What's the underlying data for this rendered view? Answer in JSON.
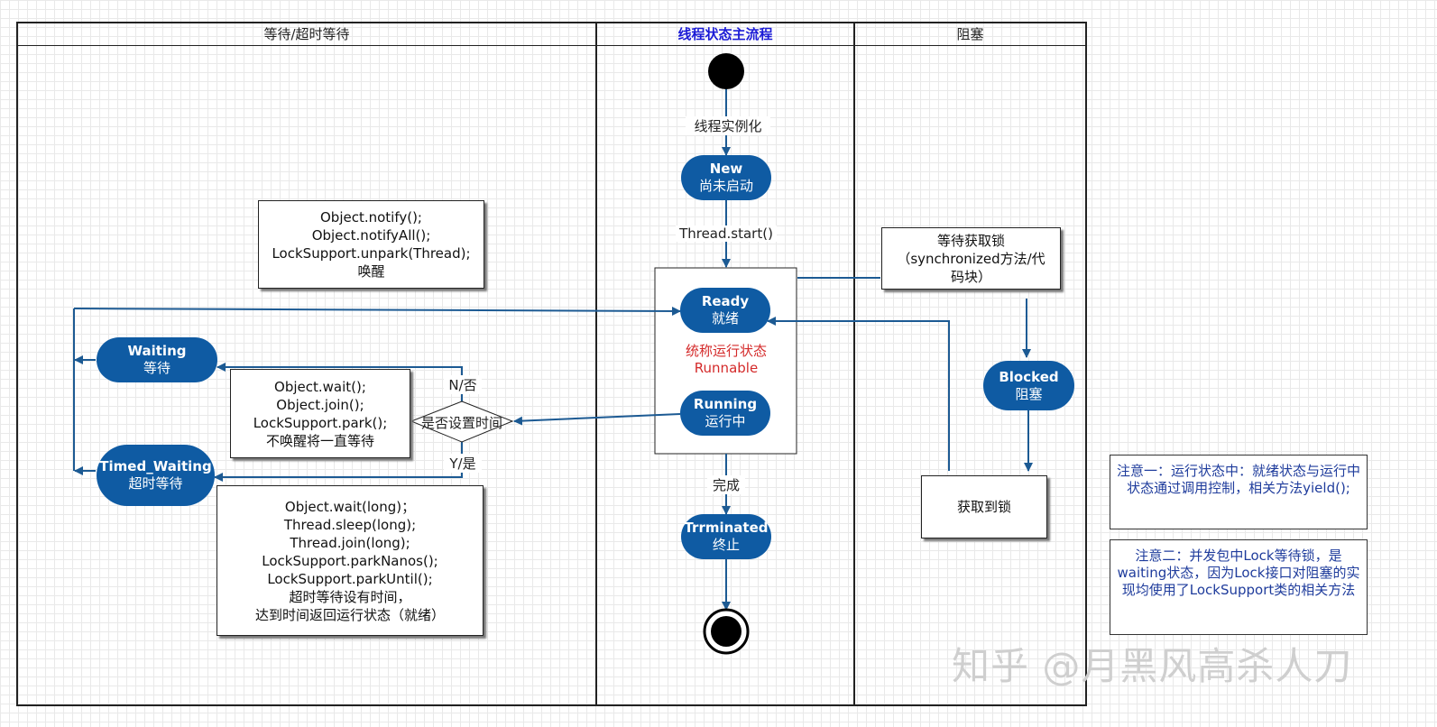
{
  "lanes": {
    "waiting": "等待/超时等待",
    "main": "线程状态主流程",
    "blocked": "阻塞"
  },
  "states": {
    "new": {
      "line1": "New",
      "line2": "尚未启动"
    },
    "ready": {
      "line1": "Ready",
      "line2": "就绪"
    },
    "running": {
      "line1": "Running",
      "line2": "运行中"
    },
    "terminated": {
      "line1": "Trrminated",
      "line2": "终止"
    },
    "waiting": {
      "line1": "Waiting",
      "line2": "等待"
    },
    "timed_waiting": {
      "line1": "Timed_Waiting",
      "line2": "超时等待"
    },
    "blocked": {
      "line1": "Blocked",
      "line2": "阻塞"
    }
  },
  "runnable": {
    "line1": "统称运行状态",
    "line2": "Runnable"
  },
  "transitions": {
    "instantiate": "线程实例化",
    "start": "Thread.start()",
    "finish": "完成",
    "no": "N/否",
    "yes": "Y/是",
    "decision": "是否设置时间"
  },
  "boxes": {
    "notify": [
      "Object.notify();",
      "Object.notifyAll();",
      "LockSupport.unpark(Thread);",
      "唤醒"
    ],
    "wait": [
      "Object.wait();",
      "Object.join();",
      "LockSupport.park();",
      "不唤醒将一直等待"
    ],
    "timed_wait": [
      "Object.wait(long)；",
      "Thread.sleep(long);",
      "Thread.join(long);",
      "LockSupport.parkNanos();",
      "LockSupport.parkUntil();",
      "超时等待设有时间，",
      "达到时间返回运行状态（就绪）"
    ],
    "lock_wait": [
      "等待获取锁",
      "（synchronized方法/代",
      "码块）"
    ],
    "lock_acquired": [
      "获取到锁"
    ]
  },
  "notes": {
    "note1": "注意一：运行状态中：就绪状态与运行中状态通过调用控制，相关方法yield();",
    "note2": "注意二：并发包中Lock等待锁，是waiting状态，因为Lock接口对阻塞的实现均使用了LockSupport类的相关方法"
  },
  "watermark": "知乎 @月黑风高杀人刀",
  "colors": {
    "state_fill": "#0f5ba3",
    "arrow": "#1c5a93",
    "runnable_text": "#d42a2a",
    "note_text": "#1f3c9c"
  }
}
